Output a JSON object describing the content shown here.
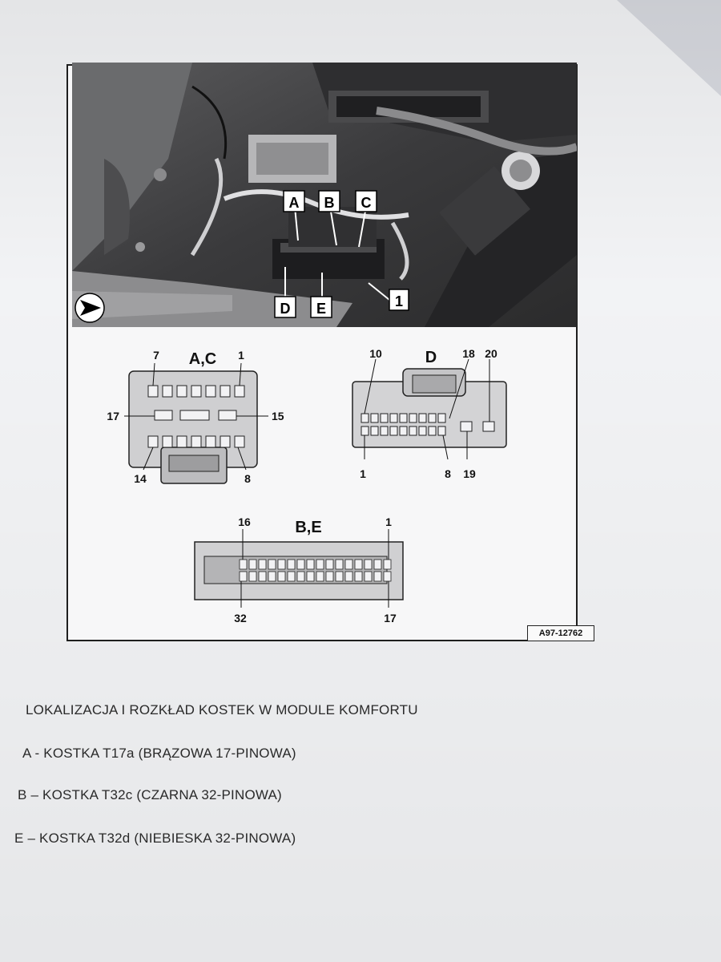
{
  "photo": {
    "callouts": [
      "A",
      "B",
      "C",
      "D",
      "E",
      "1"
    ]
  },
  "diagrams": {
    "ac": {
      "title": "A,C",
      "pins": {
        "top_left": "7",
        "top_right": "1",
        "mid_left": "17",
        "mid_right": "15",
        "bottom_left": "14",
        "bottom_right": "8"
      }
    },
    "d": {
      "title": "D",
      "pins": {
        "top_left": "10",
        "top_mid": "18",
        "top_right": "20",
        "bottom_left": "1",
        "bottom_mid": "8",
        "bottom_right": "19"
      }
    },
    "be": {
      "title": "B,E",
      "pins": {
        "top_left": "16",
        "top_right": "1",
        "bottom_left": "32",
        "bottom_right": "17"
      }
    }
  },
  "figure_ref": "A97-12762",
  "caption": {
    "title": "LOKALIZACJA I ROZKŁAD KOSTEK W MODULE KOMFORTU",
    "items": [
      "A - KOSTKA T17a (BRĄZOWA 17-PINOWA)",
      "B – KOSTKA T32c (CZARNA 32-PINOWA)",
      "E – KOSTKA T32d (NIEBIESKA 32-PINOWA)"
    ]
  }
}
